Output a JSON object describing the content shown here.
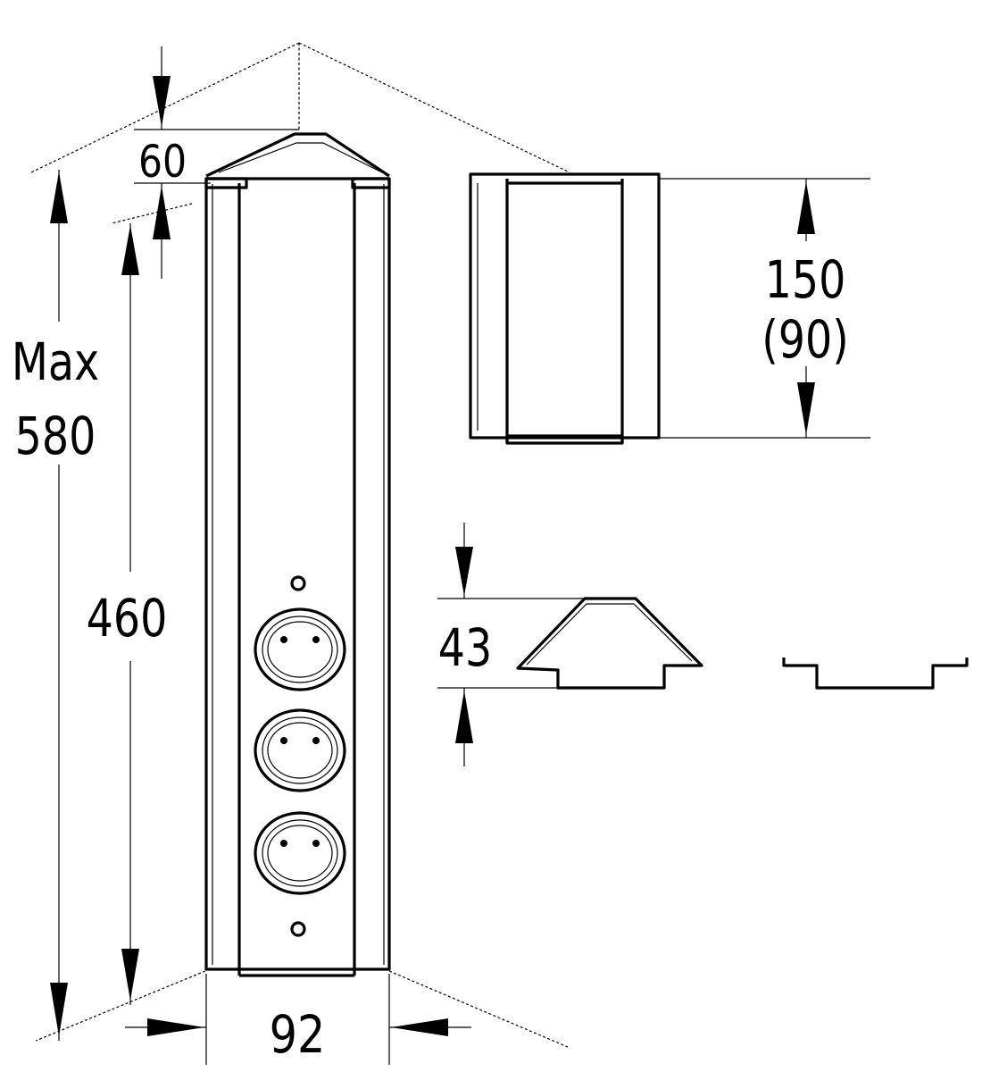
{
  "dimensions": {
    "depth": "60",
    "max_label": "Max",
    "max_value": "580",
    "height_visible": "460",
    "width": "92",
    "cover_height": "150",
    "cover_height_alt": "(90)",
    "profile_height": "43"
  },
  "socket_count": 3,
  "colors": {
    "line": "#000000",
    "background": "#ffffff"
  }
}
